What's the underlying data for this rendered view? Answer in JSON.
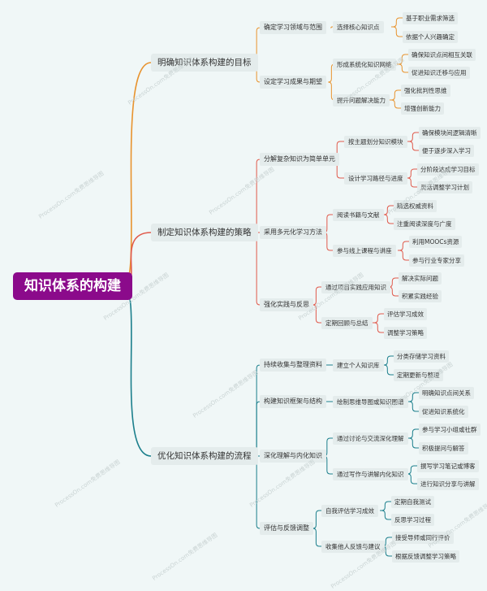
{
  "root": {
    "label": "知识体系的构建"
  },
  "colors": {
    "b1": "#e8932e",
    "b2": "#e05a4c",
    "b3": "#1b7f8c",
    "root": "#8b0a8b"
  },
  "watermark": "ProcessOn.com免费思维导图",
  "branches": [
    {
      "label": "明确知识体系构建的目标",
      "children": [
        {
          "label": "确定学习领域与范围",
          "children": [
            {
              "label": "选择核心知识点",
              "children": [
                {
                  "label": "基于职业需求筛选"
                },
                {
                  "label": "依据个人兴趣确定"
                }
              ]
            }
          ]
        },
        {
          "label": "设定学习成果与期望",
          "children": [
            {
              "label": "形成系统化知识网络",
              "children": [
                {
                  "label": "确保知识点间相互关联"
                },
                {
                  "label": "促进知识迁移与应用"
                }
              ]
            },
            {
              "label": "提升问题解决能力",
              "children": [
                {
                  "label": "强化批判性思维"
                },
                {
                  "label": "增强创新能力"
                }
              ]
            }
          ]
        }
      ]
    },
    {
      "label": "制定知识体系构建的策略",
      "children": [
        {
          "label": "分解复杂知识为简单单元",
          "children": [
            {
              "label": "按主题划分知识模块",
              "children": [
                {
                  "label": "确保模块间逻辑清晰"
                },
                {
                  "label": "便于逐步深入学习"
                }
              ]
            },
            {
              "label": "设计学习路径与进度",
              "children": [
                {
                  "label": "分阶段达成学习目标"
                },
                {
                  "label": "灵活调整学习计划"
                }
              ]
            }
          ]
        },
        {
          "label": "采用多元化学习方法",
          "children": [
            {
              "label": "阅读书籍与文献",
              "children": [
                {
                  "label": "精选权威资料"
                },
                {
                  "label": "注重阅读深度与广度"
                }
              ]
            },
            {
              "label": "参与线上课程与讲座",
              "children": [
                {
                  "label": "利用MOOCs资源"
                },
                {
                  "label": "参与行业专家分享"
                }
              ]
            }
          ]
        },
        {
          "label": "强化实践与反思",
          "children": [
            {
              "label": "通过项目实践应用知识",
              "children": [
                {
                  "label": "解决实际问题"
                },
                {
                  "label": "积累实践经验"
                }
              ]
            },
            {
              "label": "定期回顾与总结",
              "children": [
                {
                  "label": "评估学习成效"
                },
                {
                  "label": "调整学习策略"
                }
              ]
            }
          ]
        }
      ]
    },
    {
      "label": "优化知识体系构建的流程",
      "children": [
        {
          "label": "持续收集与整理资料",
          "children": [
            {
              "label": "建立个人知识库",
              "children": [
                {
                  "label": "分类存储学习资料"
                },
                {
                  "label": "定期更新与整理"
                }
              ]
            }
          ]
        },
        {
          "label": "构建知识框架与结构",
          "children": [
            {
              "label": "绘制思维导图或知识图谱",
              "children": [
                {
                  "label": "明确知识点间关系"
                },
                {
                  "label": "促进知识系统化"
                }
              ]
            }
          ]
        },
        {
          "label": "深化理解与内化知识",
          "children": [
            {
              "label": "通过讨论与交流深化理解",
              "children": [
                {
                  "label": "参与学习小组或社群"
                },
                {
                  "label": "积极提问与解答"
                }
              ]
            },
            {
              "label": "通过写作与讲解内化知识",
              "children": [
                {
                  "label": "撰写学习笔记或博客"
                },
                {
                  "label": "进行知识分享与讲解"
                }
              ]
            }
          ]
        },
        {
          "label": "评估与反馈调整",
          "children": [
            {
              "label": "自我评估学习成效",
              "children": [
                {
                  "label": "定期自我测试"
                },
                {
                  "label": "反思学习过程"
                }
              ]
            },
            {
              "label": "收集他人反馈与建议",
              "children": [
                {
                  "label": "接受导师或同行评价"
                },
                {
                  "label": "根据反馈调整学习策略"
                }
              ]
            }
          ]
        }
      ]
    }
  ]
}
